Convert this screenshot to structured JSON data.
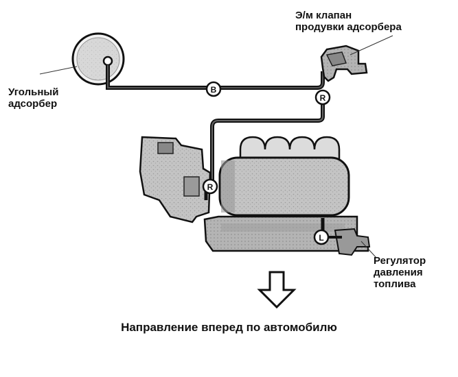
{
  "labels": {
    "valve_line1": "Э/м клапан",
    "valve_line2": "продувки адсорбера",
    "adsorber_line1": "Угольный",
    "adsorber_line2": "адсорбер",
    "regulator_line1": "Регулятор",
    "regulator_line2": "давления",
    "regulator_line3": "топлива",
    "direction": "Направление вперед по автомобилю"
  },
  "connectors": {
    "b": "B",
    "r_valve": "R",
    "r_engine": "R",
    "l": "L"
  },
  "colors": {
    "ink": "#111111",
    "engine_fill": "#bdbdbd",
    "engine_dark": "#8a8a8a"
  }
}
